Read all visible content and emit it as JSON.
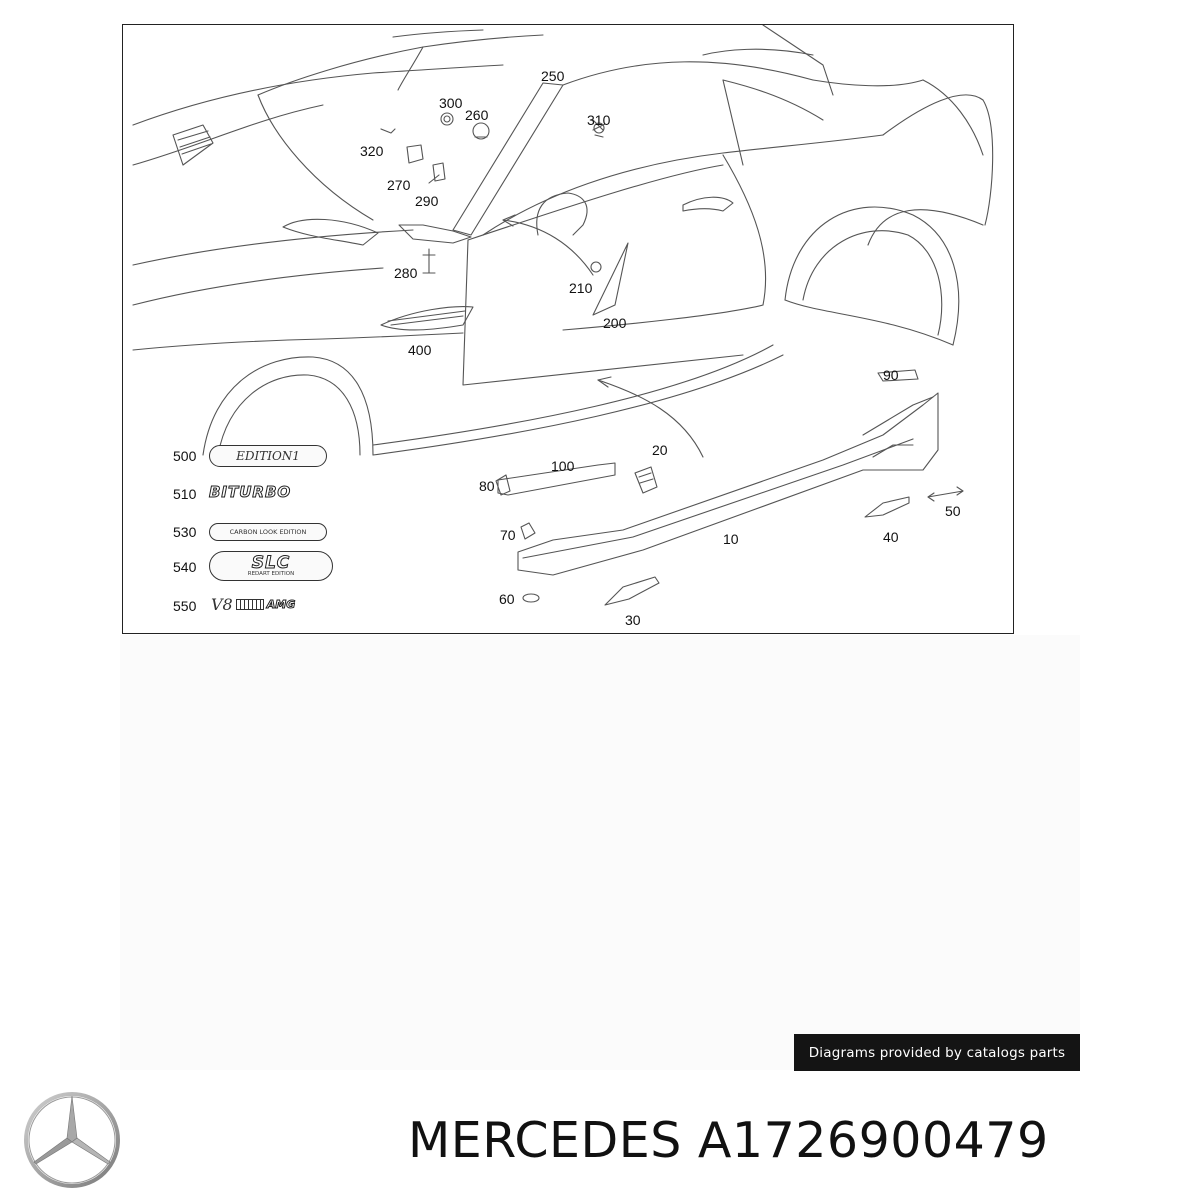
{
  "callouts": [
    {
      "id": "c250",
      "label": "250"
    },
    {
      "id": "c300",
      "label": "300"
    },
    {
      "id": "c260",
      "label": "260"
    },
    {
      "id": "c310",
      "label": "310"
    },
    {
      "id": "c320",
      "label": "320"
    },
    {
      "id": "c270",
      "label": "270"
    },
    {
      "id": "c290",
      "label": "290"
    },
    {
      "id": "c280",
      "label": "280"
    },
    {
      "id": "c210",
      "label": "210"
    },
    {
      "id": "c200",
      "label": "200"
    },
    {
      "id": "c400",
      "label": "400"
    },
    {
      "id": "c90",
      "label": "90"
    },
    {
      "id": "c100",
      "label": "100"
    },
    {
      "id": "c20",
      "label": "20"
    },
    {
      "id": "c80",
      "label": "80"
    },
    {
      "id": "c70",
      "label": "70"
    },
    {
      "id": "c10",
      "label": "10"
    },
    {
      "id": "c50",
      "label": "50"
    },
    {
      "id": "c40",
      "label": "40"
    },
    {
      "id": "c60",
      "label": "60"
    },
    {
      "id": "c30",
      "label": "30"
    },
    {
      "id": "c500",
      "label": "500"
    },
    {
      "id": "c510",
      "label": "510"
    },
    {
      "id": "c530",
      "label": "530"
    },
    {
      "id": "c540",
      "label": "540"
    },
    {
      "id": "c550",
      "label": "550"
    }
  ],
  "emblems": {
    "e500": "EDITION1",
    "e510": "BITURBO",
    "e530": "CARBON LOOK EDITION",
    "e540_main": "SLC",
    "e540_sub": "REDART EDITION",
    "e550_v8": "V8",
    "e550_amg": "AMG"
  },
  "credit": "Diagrams provided by catalogs parts",
  "caption": "MERCEDES A1726900479",
  "logo_icon": "mercedes-star-icon"
}
